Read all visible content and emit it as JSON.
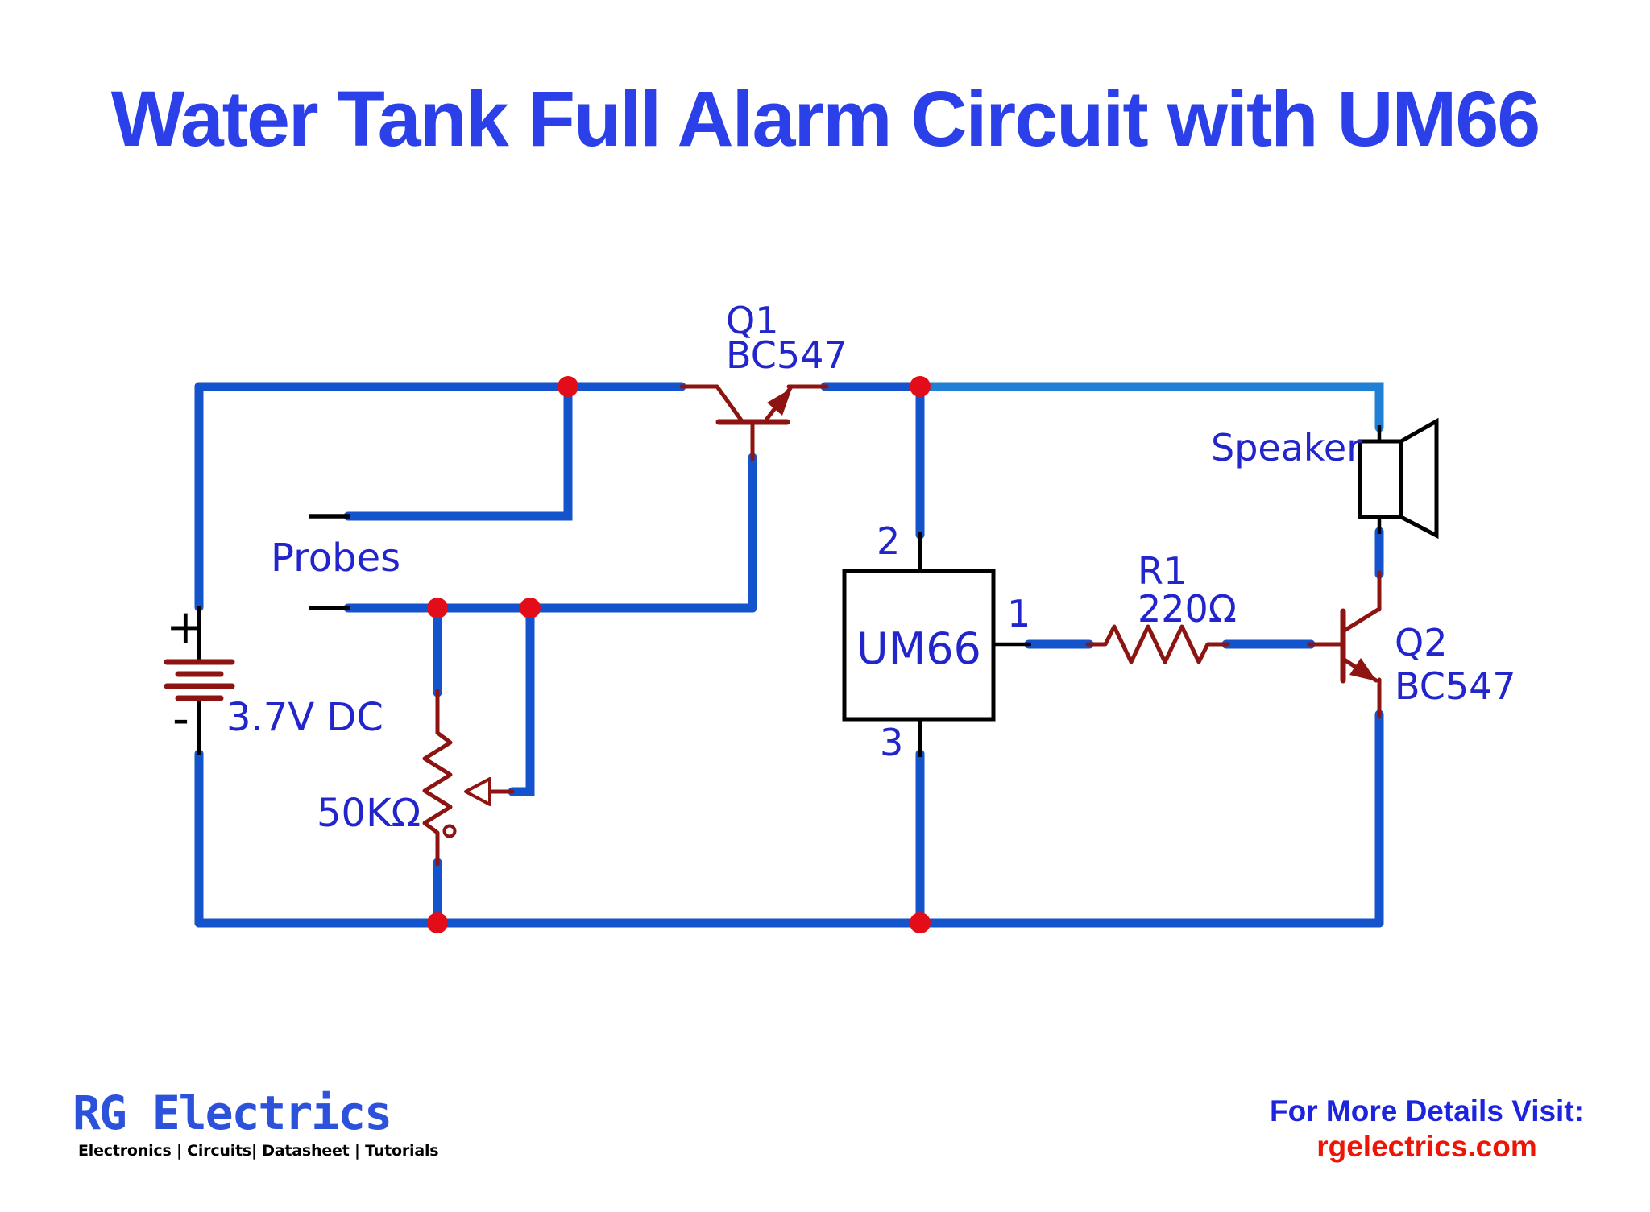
{
  "title": "Water Tank Full Alarm Circuit with UM66",
  "circuit": {
    "probes": "Probes",
    "battery": {
      "value": "3.7V DC",
      "positive": "+",
      "negative": "-"
    },
    "potentiometer": {
      "value": "50KΩ"
    },
    "q1": {
      "ref": "Q1",
      "part": "BC547"
    },
    "q2": {
      "ref": "Q2",
      "part": "BC547"
    },
    "um66": {
      "name": "UM66",
      "pin1": "1",
      "pin2": "2",
      "pin3": "3"
    },
    "r1": {
      "ref": "R1",
      "value": "220Ω"
    },
    "speaker": "Speaker"
  },
  "footer": {
    "logo": "RG Electrics",
    "tagline": "Electronics | Circuits| Datasheet | Tutorials",
    "visit_title": "For More Details Visit:",
    "visit_url": "rgelectrics.com"
  },
  "colors": {
    "background": "#ffffff",
    "wire_blue": "#1353cb",
    "wire_light_blue": "#1f80d6",
    "component_red": "#8d1410",
    "junction_red": "#e20d18",
    "label_blue": "#2125cb",
    "title_blue": "#2b40e8",
    "logo_blue": "#2c52db",
    "footer_blue": "#1d24e0",
    "footer_red": "#ed1506",
    "ink_black": "#000000"
  }
}
